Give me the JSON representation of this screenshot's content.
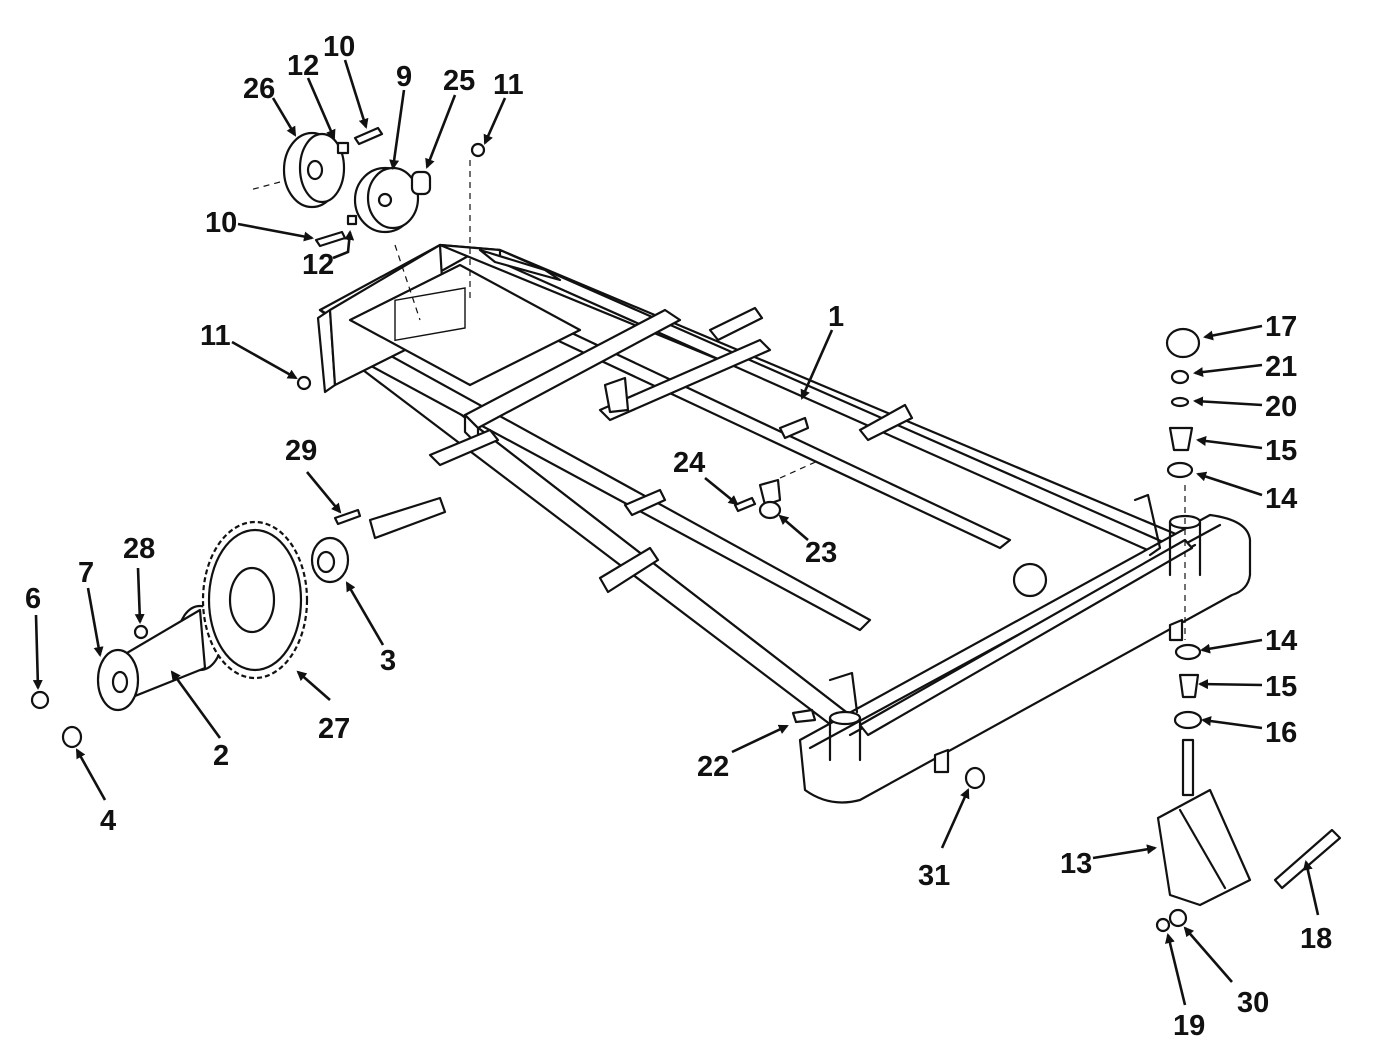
{
  "callouts": [
    {
      "id": "c26",
      "label": "26"
    },
    {
      "id": "c12a",
      "label": "12"
    },
    {
      "id": "c10a",
      "label": "10"
    },
    {
      "id": "c9",
      "label": "9"
    },
    {
      "id": "c25",
      "label": "25"
    },
    {
      "id": "c11a",
      "label": "11"
    },
    {
      "id": "c10b",
      "label": "10"
    },
    {
      "id": "c12b",
      "label": "12"
    },
    {
      "id": "c11b",
      "label": "11"
    },
    {
      "id": "c1",
      "label": "1"
    },
    {
      "id": "c17",
      "label": "17"
    },
    {
      "id": "c21",
      "label": "21"
    },
    {
      "id": "c20",
      "label": "20"
    },
    {
      "id": "c15a",
      "label": "15"
    },
    {
      "id": "c14a",
      "label": "14"
    },
    {
      "id": "c29",
      "label": "29"
    },
    {
      "id": "c24",
      "label": "24"
    },
    {
      "id": "c23",
      "label": "23"
    },
    {
      "id": "c28",
      "label": "28"
    },
    {
      "id": "c7",
      "label": "7"
    },
    {
      "id": "c6",
      "label": "6"
    },
    {
      "id": "c3",
      "label": "3"
    },
    {
      "id": "c14b",
      "label": "14"
    },
    {
      "id": "c15b",
      "label": "15"
    },
    {
      "id": "c16",
      "label": "16"
    },
    {
      "id": "c2",
      "label": "2"
    },
    {
      "id": "c27",
      "label": "27"
    },
    {
      "id": "c22",
      "label": "22"
    },
    {
      "id": "c4",
      "label": "4"
    },
    {
      "id": "c31",
      "label": "31"
    },
    {
      "id": "c13",
      "label": "13"
    },
    {
      "id": "c18",
      "label": "18"
    },
    {
      "id": "c30",
      "label": "30"
    },
    {
      "id": "c19",
      "label": "19"
    }
  ]
}
